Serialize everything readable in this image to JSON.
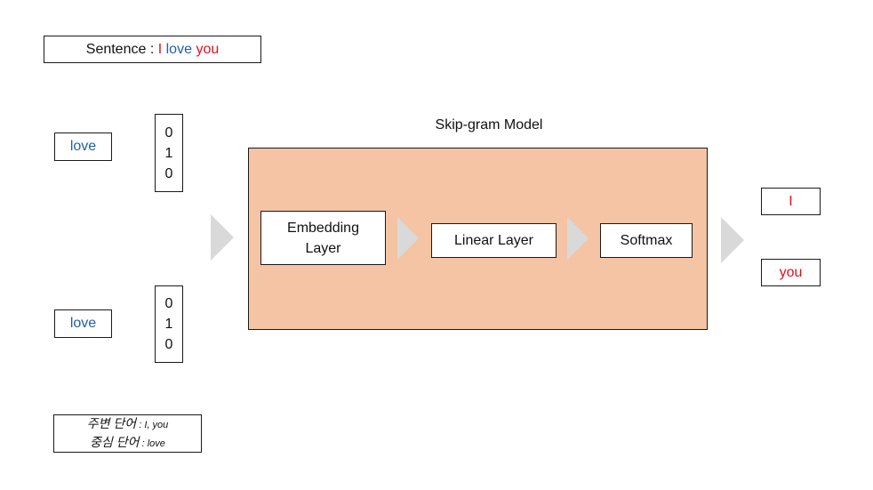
{
  "sentence": {
    "prefix": "Sentence : ",
    "word1": "I",
    "word2": "love",
    "word3": "you"
  },
  "inputs": [
    {
      "word": "love",
      "vector": [
        "0",
        "1",
        "0"
      ]
    },
    {
      "word": "love",
      "vector": [
        "0",
        "1",
        "0"
      ]
    }
  ],
  "model": {
    "title": "Skip-gram Model",
    "layers": [
      "Embedding Layer",
      "Linear Layer",
      "Softmax"
    ]
  },
  "outputs": [
    "I",
    "you"
  ],
  "legend": {
    "line1_label": "주변 단어",
    "line1_value": " : I, you",
    "line2_label": "중심 단어",
    "line2_value": " : love"
  },
  "colors": {
    "blue_word": "#1f5fa8",
    "red_word": "#e0101e",
    "model_fill": "#f4c4a4",
    "arrow": "#d9d9d9"
  }
}
